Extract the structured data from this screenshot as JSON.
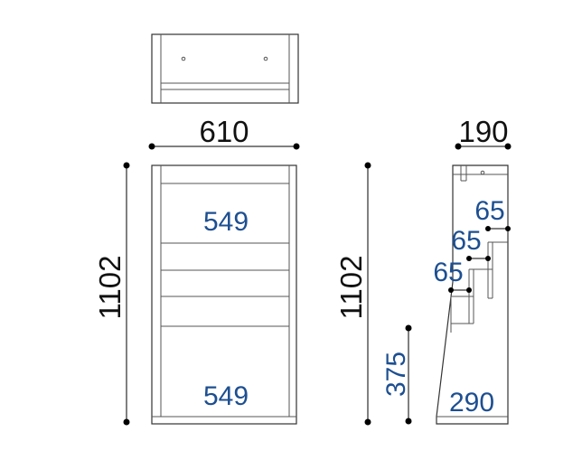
{
  "dimensions": {
    "width": "610",
    "height_front": "1102",
    "depth_top": "190",
    "height_side": "1102",
    "lower_height": "375",
    "base_depth": "290"
  },
  "inner_labels": {
    "front_upper": "549",
    "front_lower": "549",
    "shelf_1": "65",
    "shelf_2": "65",
    "shelf_3": "65"
  },
  "colors": {
    "inner_text": "#1d4f91",
    "outline": "#333333"
  }
}
